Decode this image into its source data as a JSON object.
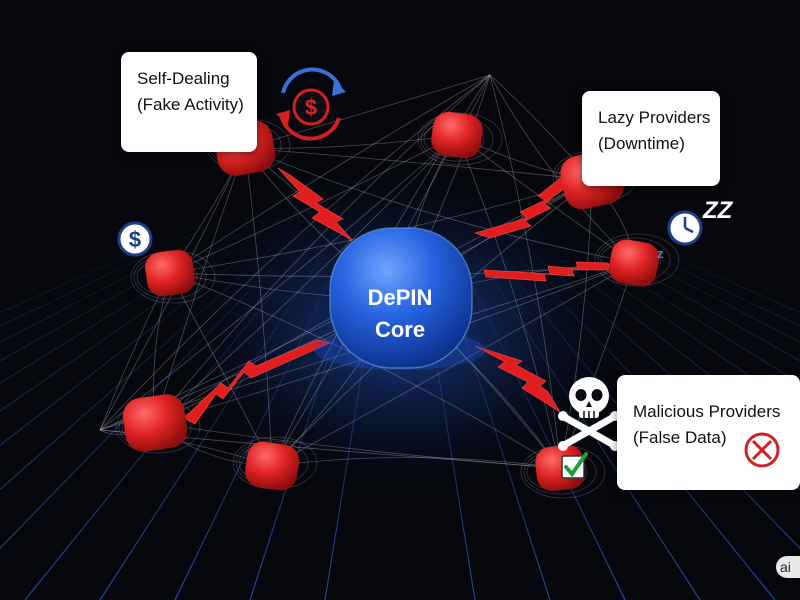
{
  "core": {
    "line1": "DePIN",
    "line2": "Core"
  },
  "callouts": {
    "self_dealing": {
      "line1": "Self-Dealing",
      "line2": "(Fake Activity)"
    },
    "lazy": {
      "line1": "Lazy Providers",
      "line2": "(Downtime)"
    },
    "malicious": {
      "line1": "Malicious Providers",
      "line2": "(False Data)"
    }
  },
  "icons": {
    "sleep_text": "ZZ",
    "small_z": "z",
    "dollar": "$"
  },
  "watermark": "ai",
  "colors": {
    "core_blue": "#1d5fd6",
    "node_red": "#e02424",
    "bolt_red": "#e11d1d",
    "grid_blue": "#1b3a7a",
    "background": "#05070d"
  }
}
